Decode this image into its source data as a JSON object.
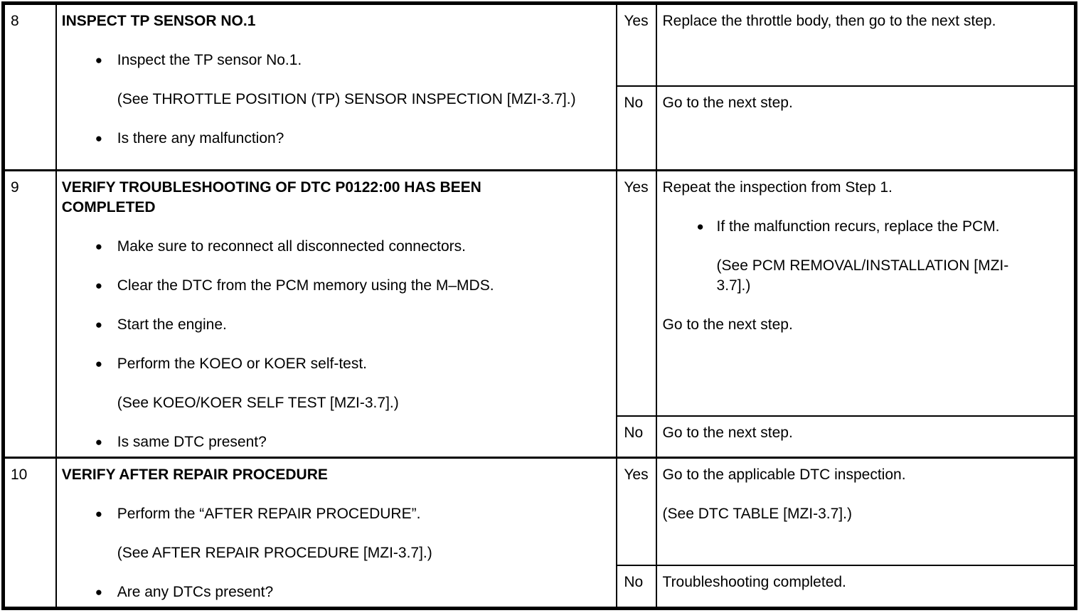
{
  "glyphs": {
    "bullet": "●"
  },
  "table": {
    "steps": [
      {
        "step": "8",
        "title": "INSPECT TP SENSOR NO.1",
        "items": [
          {
            "kind": "bullet",
            "text": "Inspect the TP sensor No.1."
          },
          {
            "kind": "ref",
            "text": "(See THROTTLE POSITION (TP) SENSOR INSPECTION [MZI-3.7].)"
          },
          {
            "kind": "bullet",
            "text": "Is there any malfunction?"
          }
        ],
        "yes": {
          "label": "Yes",
          "lines": [
            {
              "kind": "text",
              "text": "Replace the throttle body, then go to the next step."
            }
          ]
        },
        "no": {
          "label": "No",
          "lines": [
            {
              "kind": "text",
              "text": "Go to the next step."
            }
          ]
        }
      },
      {
        "step": "9",
        "title": "VERIFY TROUBLESHOOTING OF DTC P0122:00 HAS BEEN COMPLETED",
        "items": [
          {
            "kind": "bullet",
            "text": "Make sure to reconnect all disconnected connectors."
          },
          {
            "kind": "bullet",
            "text": "Clear the DTC from the PCM memory using the M–MDS."
          },
          {
            "kind": "bullet",
            "text": "Start the engine."
          },
          {
            "kind": "bullet",
            "text": "Perform the KOEO or KOER self-test."
          },
          {
            "kind": "ref",
            "text": "(See KOEO/KOER SELF TEST [MZI-3.7].)"
          },
          {
            "kind": "bullet",
            "text": "Is same DTC present?"
          }
        ],
        "yes": {
          "label": "Yes",
          "lines": [
            {
              "kind": "text",
              "text": "Repeat the inspection from Step 1."
            },
            {
              "kind": "bullet",
              "text": "If the malfunction recurs, replace the PCM."
            },
            {
              "kind": "ref",
              "text": "(See PCM REMOVAL/INSTALLATION [MZI-3.7].)"
            },
            {
              "kind": "text",
              "text": "Go to the next step."
            }
          ]
        },
        "no": {
          "label": "No",
          "lines": [
            {
              "kind": "text",
              "text": "Go to the next step."
            }
          ]
        }
      },
      {
        "step": "10",
        "title": "VERIFY AFTER REPAIR PROCEDURE",
        "items": [
          {
            "kind": "bullet",
            "text": "Perform the “AFTER REPAIR PROCEDURE”."
          },
          {
            "kind": "ref",
            "text": "(See AFTER REPAIR PROCEDURE [MZI-3.7].)"
          },
          {
            "kind": "bullet",
            "text": "Are any DTCs present?"
          }
        ],
        "yes": {
          "label": "Yes",
          "lines": [
            {
              "kind": "text",
              "text": "Go to the applicable DTC inspection."
            },
            {
              "kind": "text",
              "text": "(See DTC TABLE [MZI-3.7].)"
            }
          ]
        },
        "no": {
          "label": "No",
          "lines": [
            {
              "kind": "text",
              "text": "Troubleshooting completed."
            }
          ]
        }
      }
    ]
  }
}
